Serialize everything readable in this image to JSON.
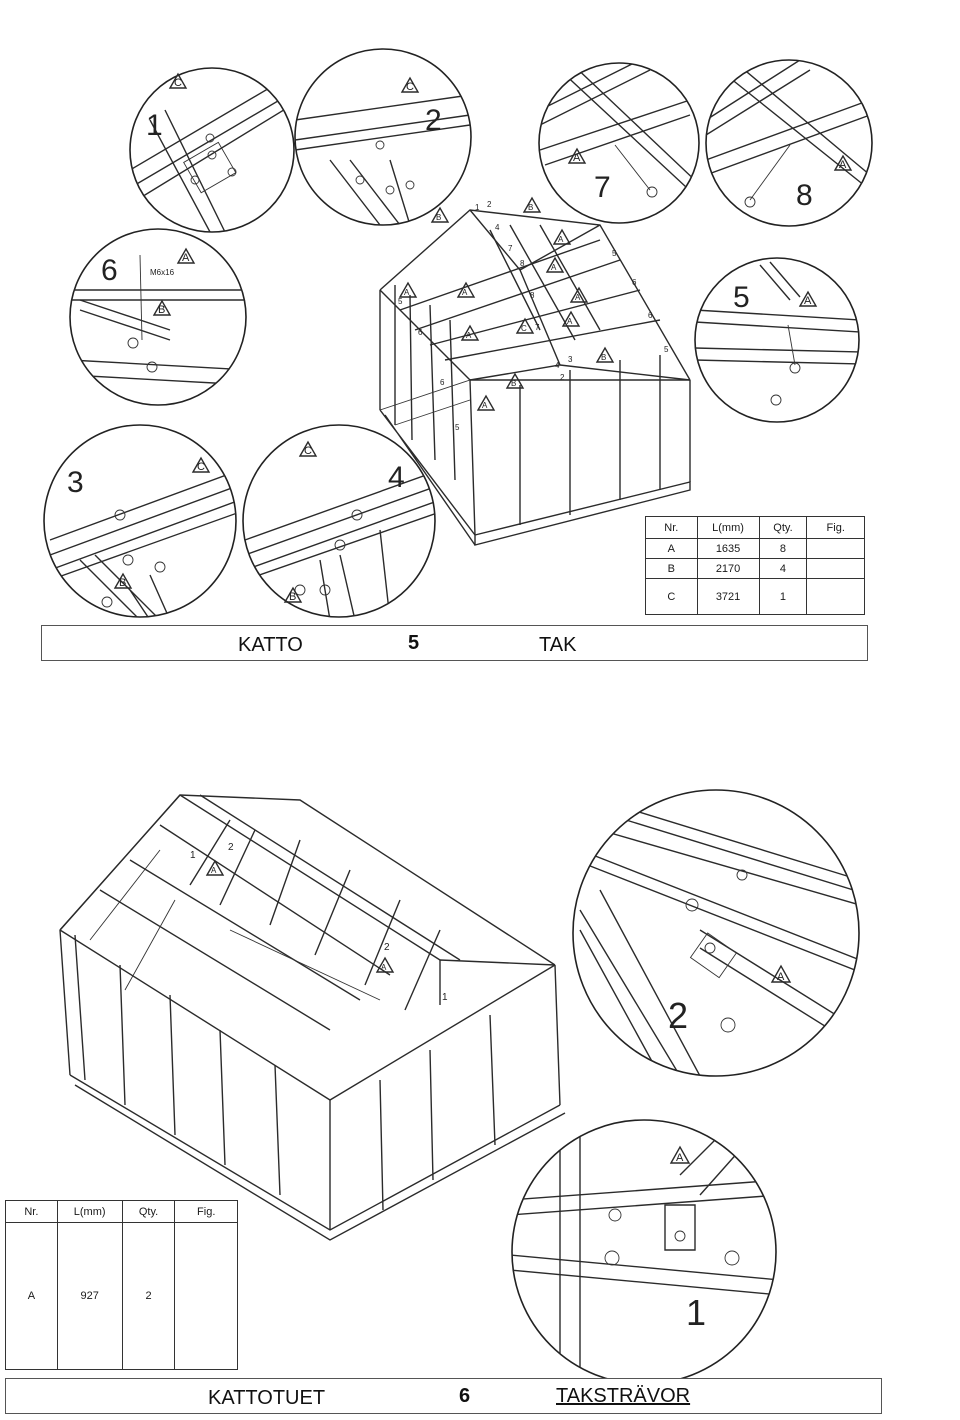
{
  "section_top": {
    "left_title": "KATTO",
    "number": "5",
    "right_title": "TAK",
    "detail_numbers": [
      "1",
      "2",
      "7",
      "8",
      "6",
      "5",
      "3",
      "4"
    ],
    "screw_label": "M6x16",
    "part_marks": [
      "A",
      "B",
      "C"
    ],
    "table": {
      "headers": [
        "Nr.",
        "L(mm)",
        "Qty.",
        "Fig."
      ],
      "rows": [
        {
          "nr": "A",
          "length": "1635",
          "qty": "8"
        },
        {
          "nr": "B",
          "length": "2170",
          "qty": "4"
        },
        {
          "nr": "C",
          "length": "3721",
          "qty": "1"
        }
      ]
    }
  },
  "section_bottom": {
    "left_title": "KATTOTUET",
    "number": "6",
    "right_title": "TAKSTRÄVOR",
    "detail_numbers": [
      "2",
      "1"
    ],
    "part_marks": [
      "A"
    ],
    "table": {
      "headers": [
        "Nr.",
        "L(mm)",
        "Qty.",
        "Fig."
      ],
      "rows": [
        {
          "nr": "A",
          "length": "927",
          "qty": "2"
        }
      ]
    }
  }
}
